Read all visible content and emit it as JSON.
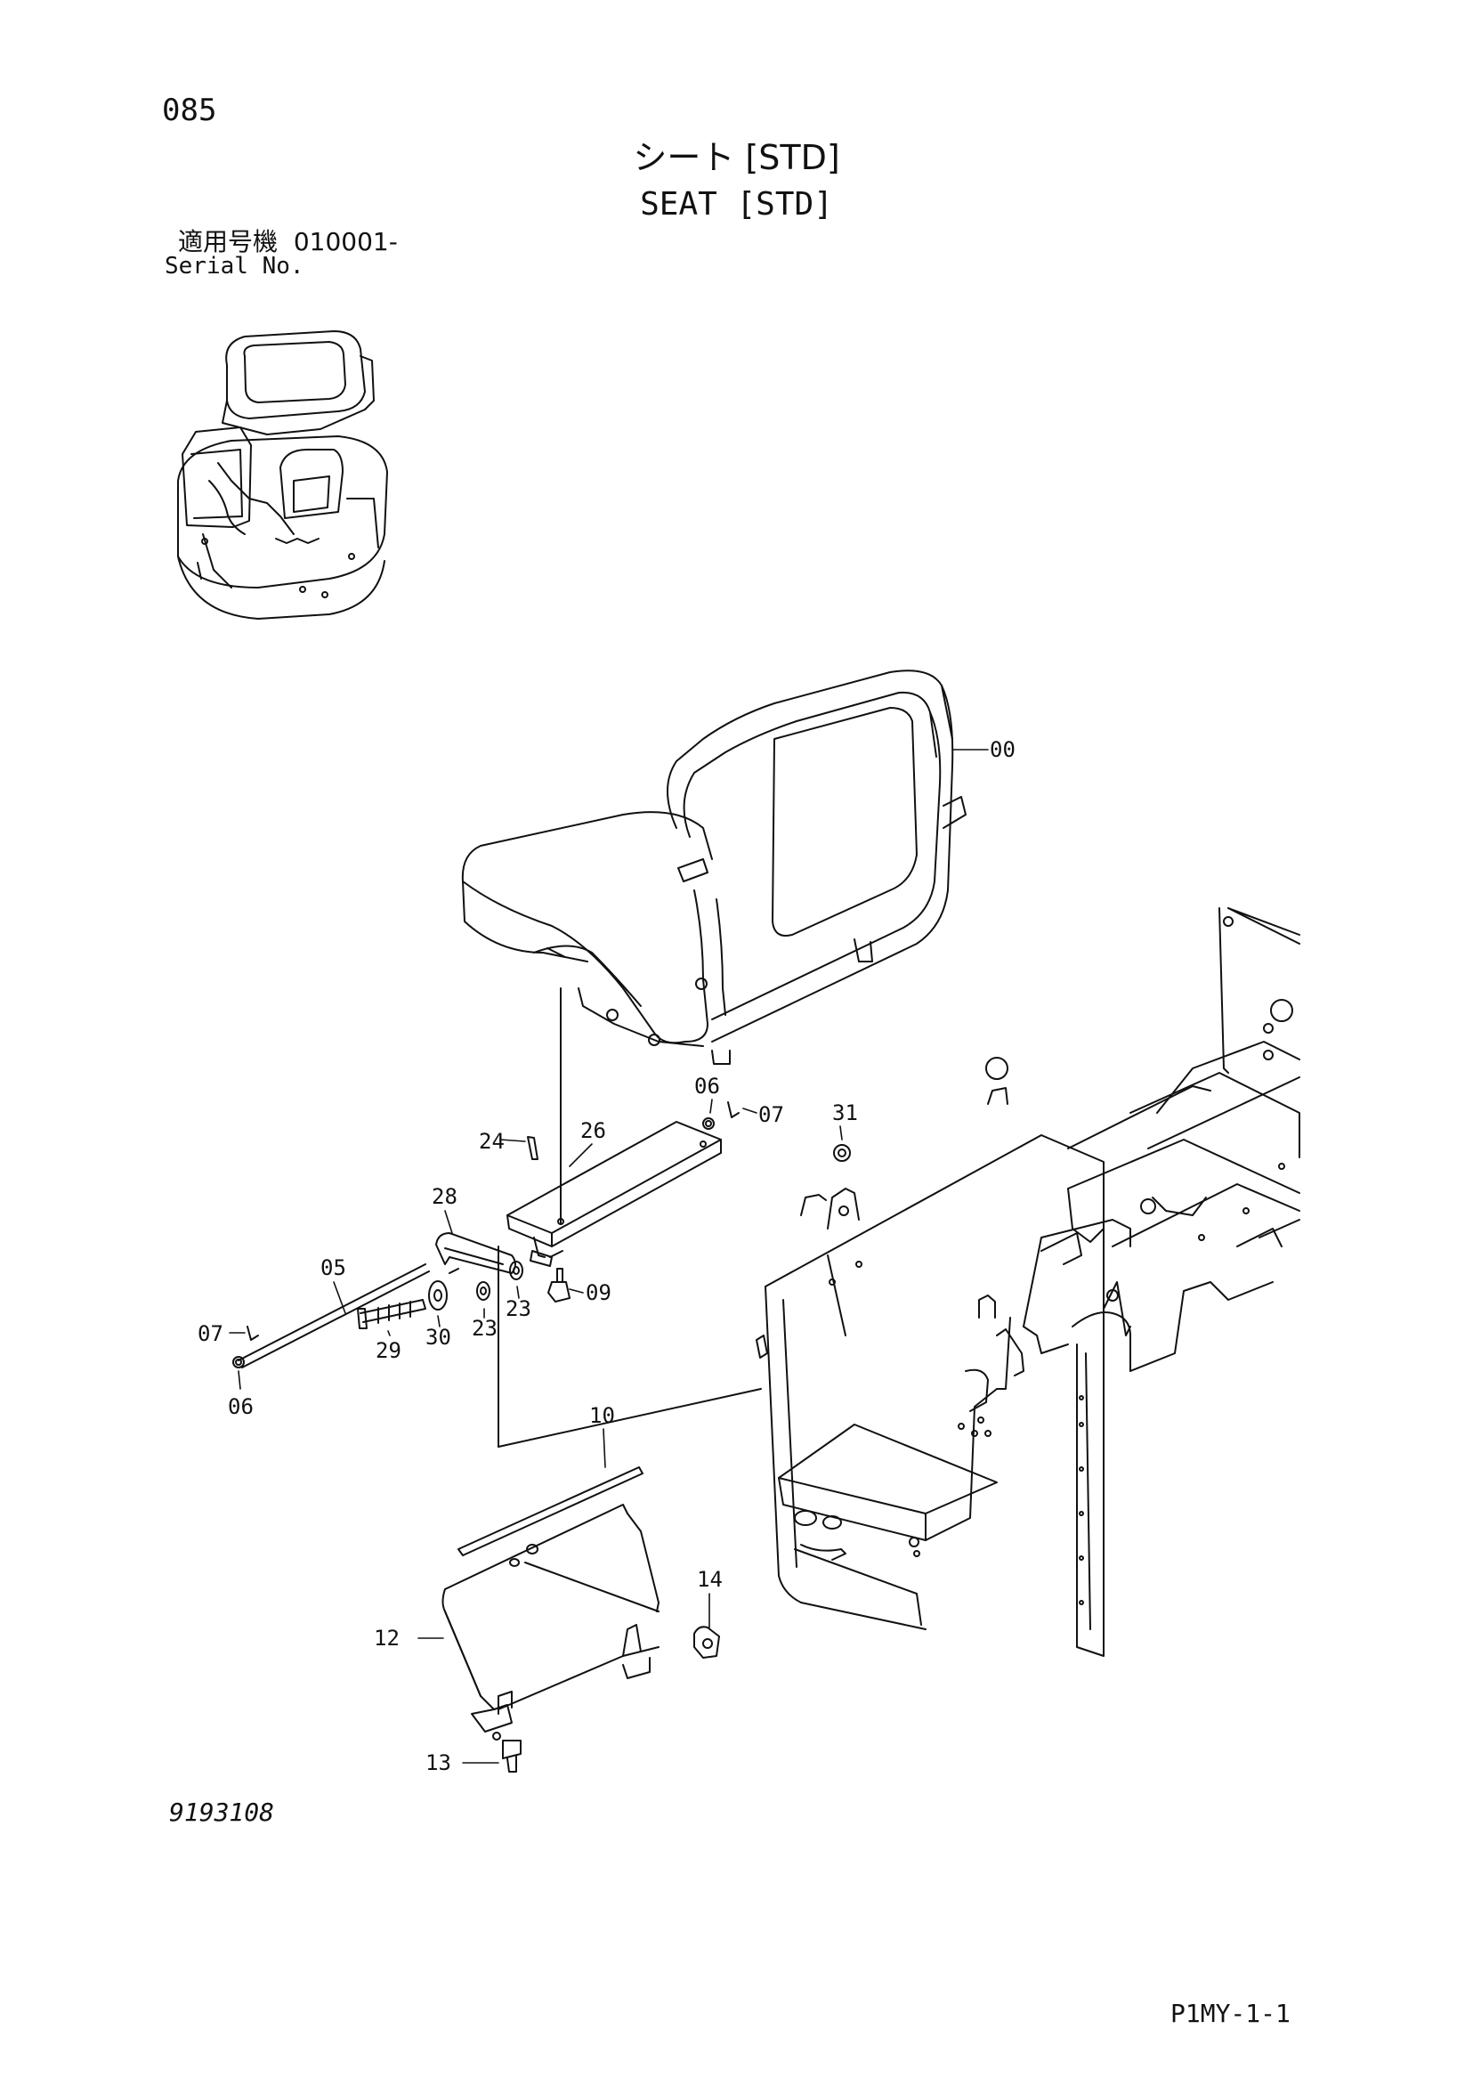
{
  "page_number": "085",
  "title_jp": "シート [STD]",
  "title_en": "SEAT [STD]",
  "serial": {
    "label_jp": "適用号機",
    "range": "010001-",
    "label_en": "Serial No."
  },
  "callouts": [
    "00",
    "06",
    "07",
    "31",
    "24",
    "26",
    "28",
    "05",
    "09",
    "23",
    "23",
    "29",
    "30",
    "07",
    "06",
    "10",
    "14",
    "12",
    "13"
  ],
  "reference_number": "9193108",
  "sheet_code": "P1MY-1-1"
}
